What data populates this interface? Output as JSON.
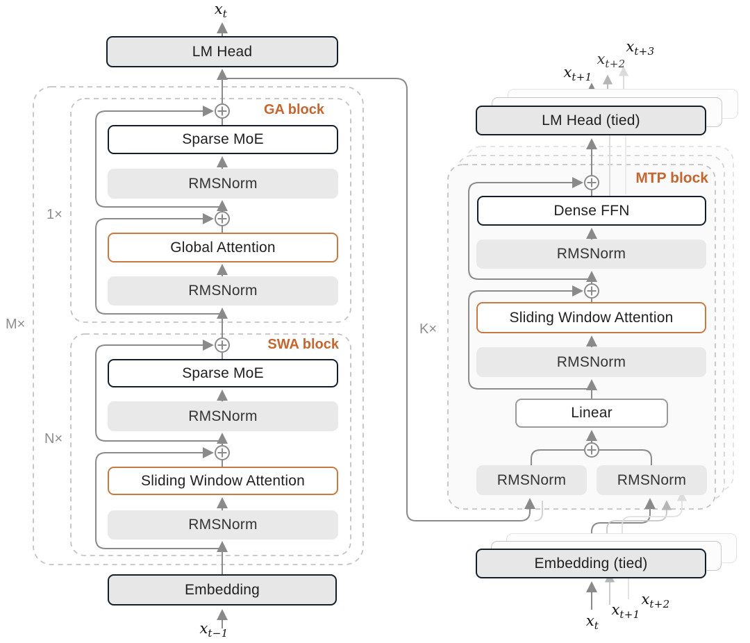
{
  "figure": {
    "title_semantics": "Hybrid attention MoE transformer with multi-token prediction",
    "left_tower": {
      "output_label": {
        "base": "x",
        "sub": "t"
      },
      "lm_head_label": "LM Head",
      "outer_multiplier": "M×",
      "ga_block": {
        "label": "GA block",
        "multiplier": "1×",
        "sparse_moe": "Sparse MoE",
        "rmsnorm_upper": "RMSNorm",
        "attention": "Global Attention",
        "rmsnorm_lower": "RMSNorm"
      },
      "swa_block": {
        "label": "SWA block",
        "multiplier": "N×",
        "sparse_moe": "Sparse MoE",
        "rmsnorm_upper": "RMSNorm",
        "attention": "Sliding Window Attention",
        "rmsnorm_lower": "RMSNorm"
      },
      "embedding_label": "Embedding",
      "input_label": {
        "base": "x",
        "sub": "t−1"
      }
    },
    "right_tower": {
      "outputs": [
        {
          "base": "x",
          "sub": "t+1"
        },
        {
          "base": "x",
          "sub": "t+2"
        },
        {
          "base": "x",
          "sub": "t+3"
        }
      ],
      "lm_head_label": "LM Head (tied)",
      "mtp_block": {
        "label": "MTP block",
        "multiplier": "K×",
        "dense_ffn": "Dense FFN",
        "rmsnorm_upper": "RMSNorm",
        "attention": "Sliding Window Attention",
        "rmsnorm_mid": "RMSNorm",
        "linear": "Linear",
        "rmsnorm_left": "RMSNorm",
        "rmsnorm_right": "RMSNorm"
      },
      "embedding_label": "Embedding (tied)",
      "inputs": [
        {
          "base": "x",
          "sub": "t"
        },
        {
          "base": "x",
          "sub": "t+1"
        },
        {
          "base": "x",
          "sub": "t+2"
        }
      ]
    },
    "colors": {
      "accent_orange_text": "#c5662f",
      "accent_orange_border": "#c9793f",
      "dark_border": "#141e2a",
      "line_gray": "#8a8a8a",
      "dashed_gray": "#c2c2c2",
      "gray_fill": "#e9e9e9",
      "label_gray": "#8d8d8d"
    }
  }
}
